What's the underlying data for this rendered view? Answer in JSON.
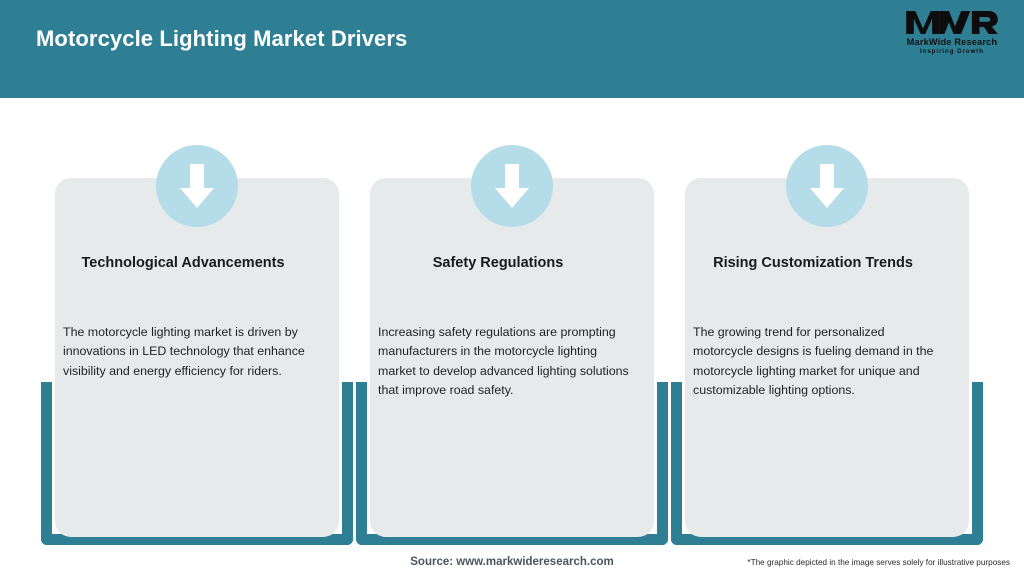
{
  "header": {
    "title": "Motorcycle Lighting Market Drivers",
    "background_color": "#2e7e94",
    "title_color": "#ffffff"
  },
  "logo": {
    "mark": "MWR",
    "name": "MarkWide Research",
    "tagline": "Inspiring Growth"
  },
  "theme": {
    "accent_teal": "#2e7e94",
    "panel_grey": "#e6eaeb",
    "badge_blue": "#b4dce9",
    "arrow_white": "#ffffff"
  },
  "cards": [
    {
      "icon": "down-arrow-icon",
      "title": "Technological Advancements",
      "body": "The motorcycle lighting market is driven by innovations in LED technology that enhance visibility and energy efficiency for riders."
    },
    {
      "icon": "down-arrow-icon",
      "title": "Safety Regulations",
      "body": "Increasing safety regulations are prompting manufacturers in the motorcycle lighting market to develop advanced lighting solutions that improve road safety."
    },
    {
      "icon": "down-arrow-icon",
      "title": "Rising Customization Trends",
      "body": "The growing trend for personalized motorcycle designs is fueling demand in the motorcycle lighting market for unique and customizable lighting options."
    }
  ],
  "footer": {
    "source": "Source: www.markwideresearch.com",
    "disclaimer": "*The graphic depicted in the image serves solely for illustrative purposes"
  }
}
